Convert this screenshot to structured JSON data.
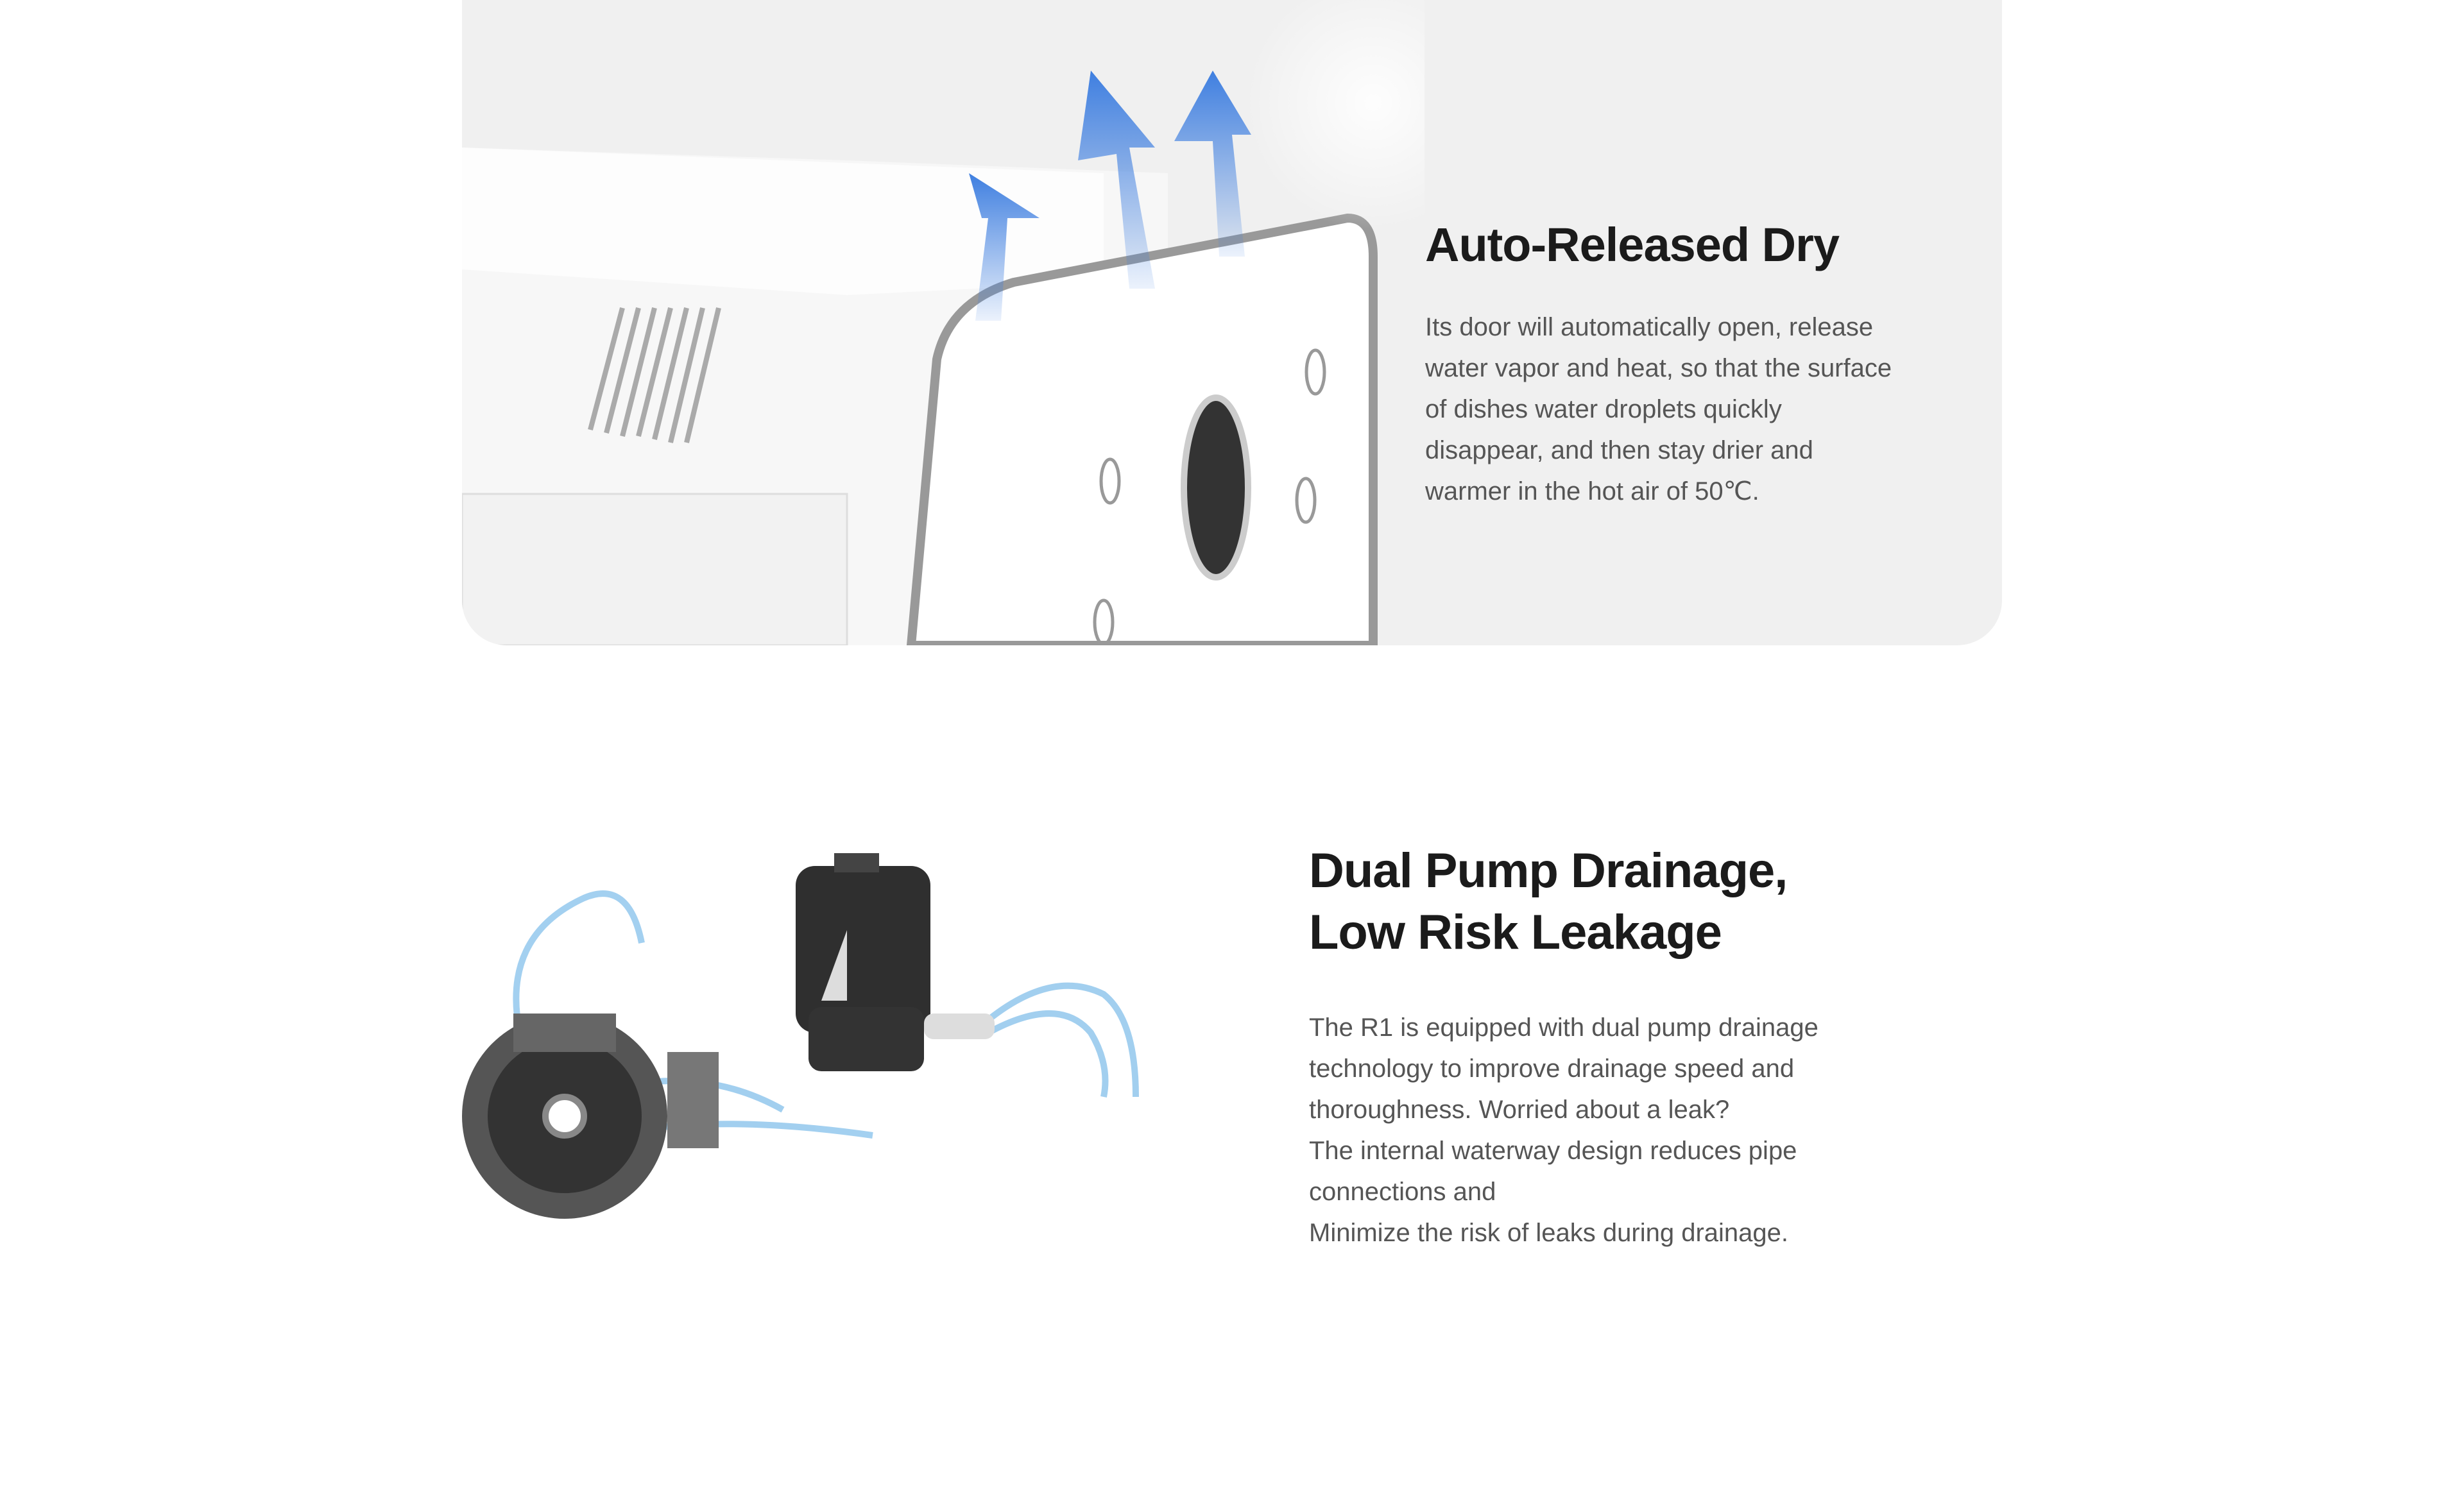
{
  "sections": [
    {
      "title": "Auto-Released Dry",
      "body": [
        "Its door will automatically open, release",
        "water vapor and heat, so that the surface",
        "of dishes water droplets quickly",
        "disappear, and then stay drier and",
        "warmer in the hot air of 50℃."
      ],
      "image": "dishwasher-door-open-steam-arrows"
    },
    {
      "title_lines": [
        "Dual Pump Drainage,",
        "Low Risk Leakage"
      ],
      "body": [
        "The R1 is equipped with dual pump drainage",
        "technology to improve drainage speed and",
        "thoroughness. Worried about a leak?",
        "The internal waterway design reduces pipe",
        "connections and",
        "Minimize the risk of leaks during drainage."
      ],
      "image": "dual-drain-pumps-with-water-splash"
    }
  ],
  "colors": {
    "card_bg": "#f0f0f0",
    "title": "#1b1b1b",
    "body": "#555555",
    "arrow_blue": "#3f7fe0",
    "water_blue": "#8cc4ec"
  }
}
